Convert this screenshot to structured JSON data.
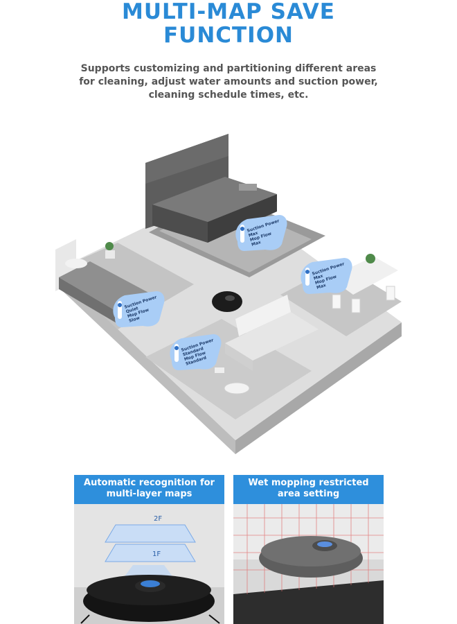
{
  "header": {
    "title_line1": "MULTI-MAP SAVE",
    "title_line2": "FUNCTION",
    "subtitle_lines": [
      "Supports customizing and partitioning different areas",
      "for cleaning, adjust water amounts and suction power,",
      "cleaning schedule times, etc."
    ]
  },
  "rooms": [
    {
      "suction_label": "Suction Power",
      "suction_value": "Max",
      "mop_label": "Mop Flow",
      "mop_value": "Max"
    },
    {
      "suction_label": "Suction Power",
      "suction_value": "Max",
      "mop_label": "Mop Flow",
      "mop_value": "Max"
    },
    {
      "suction_label": "Suction Power",
      "suction_value": "Quiet",
      "mop_label": "Mop Flow",
      "mop_value": "Slow"
    },
    {
      "suction_label": "Suction Power",
      "suction_value": "Standard",
      "mop_label": "Mop Flow",
      "mop_value": "Standard"
    }
  ],
  "panels": {
    "left": {
      "line1": "Automatic recognition for",
      "line2": "multi-layer maps",
      "floor_top": "2F",
      "floor_bottom": "1F"
    },
    "right": {
      "line1": "Wet mopping restricted",
      "line2": "area setting"
    }
  },
  "colors": {
    "accent": "#2a8ad6",
    "panel_header": "#2e8fdc",
    "card": "#a9cdf6",
    "floor": "#d9d9d9"
  }
}
